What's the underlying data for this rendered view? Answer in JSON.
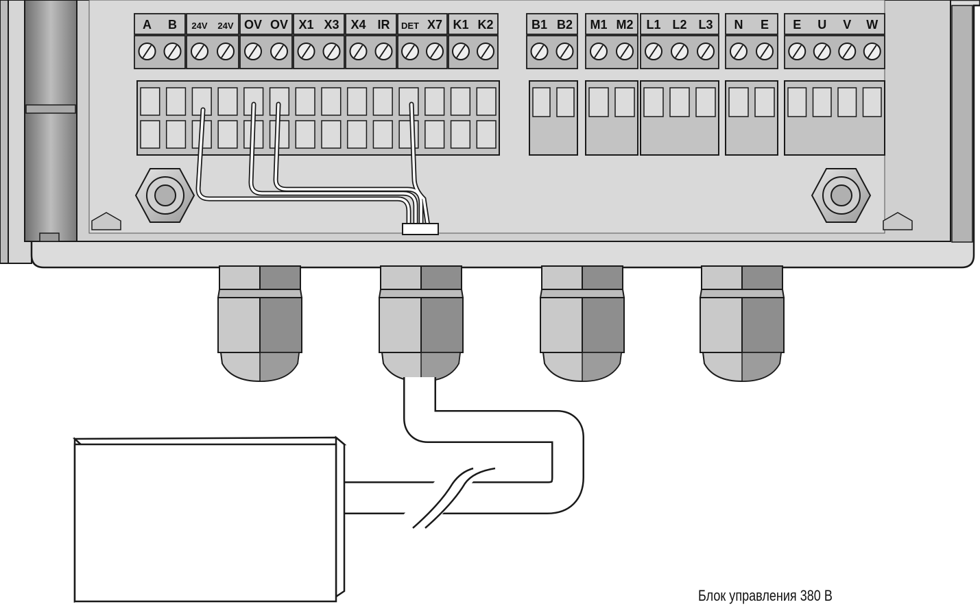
{
  "caption": "Блок управления 380 В",
  "terminal_groups": [
    {
      "id": "ab",
      "labels": [
        "A",
        "B"
      ]
    },
    {
      "id": "24v",
      "labels": [
        "24V",
        "24V"
      ]
    },
    {
      "id": "0v",
      "labels": [
        "OV",
        "OV"
      ]
    },
    {
      "id": "x1x3",
      "labels": [
        "X1",
        "X3"
      ]
    },
    {
      "id": "x4ir",
      "labels": [
        "X4",
        "IR"
      ]
    },
    {
      "id": "detx7",
      "labels": [
        "DET",
        "X7"
      ]
    },
    {
      "id": "k1k2",
      "labels": [
        "K1",
        "K2"
      ]
    },
    {
      "id": "b1b2",
      "labels": [
        "B1",
        "B2"
      ]
    },
    {
      "id": "m1m2",
      "labels": [
        "M1",
        "M2"
      ]
    },
    {
      "id": "l123",
      "labels": [
        "L1",
        "L2",
        "L3"
      ]
    },
    {
      "id": "ne",
      "labels": [
        "N",
        "E"
      ]
    },
    {
      "id": "euvw",
      "labels": [
        "E",
        "U",
        "V",
        "W"
      ]
    }
  ],
  "cable_glands": 4,
  "colors": {
    "housing": "#dcdcdc",
    "housing_inner": "#cfcfcf",
    "label_strip": "#c8c8c8",
    "gland_light": "#c9c9c9",
    "gland_dark": "#8e8e8e",
    "outline": "#1a1a1a",
    "wire": "#ffffff"
  }
}
